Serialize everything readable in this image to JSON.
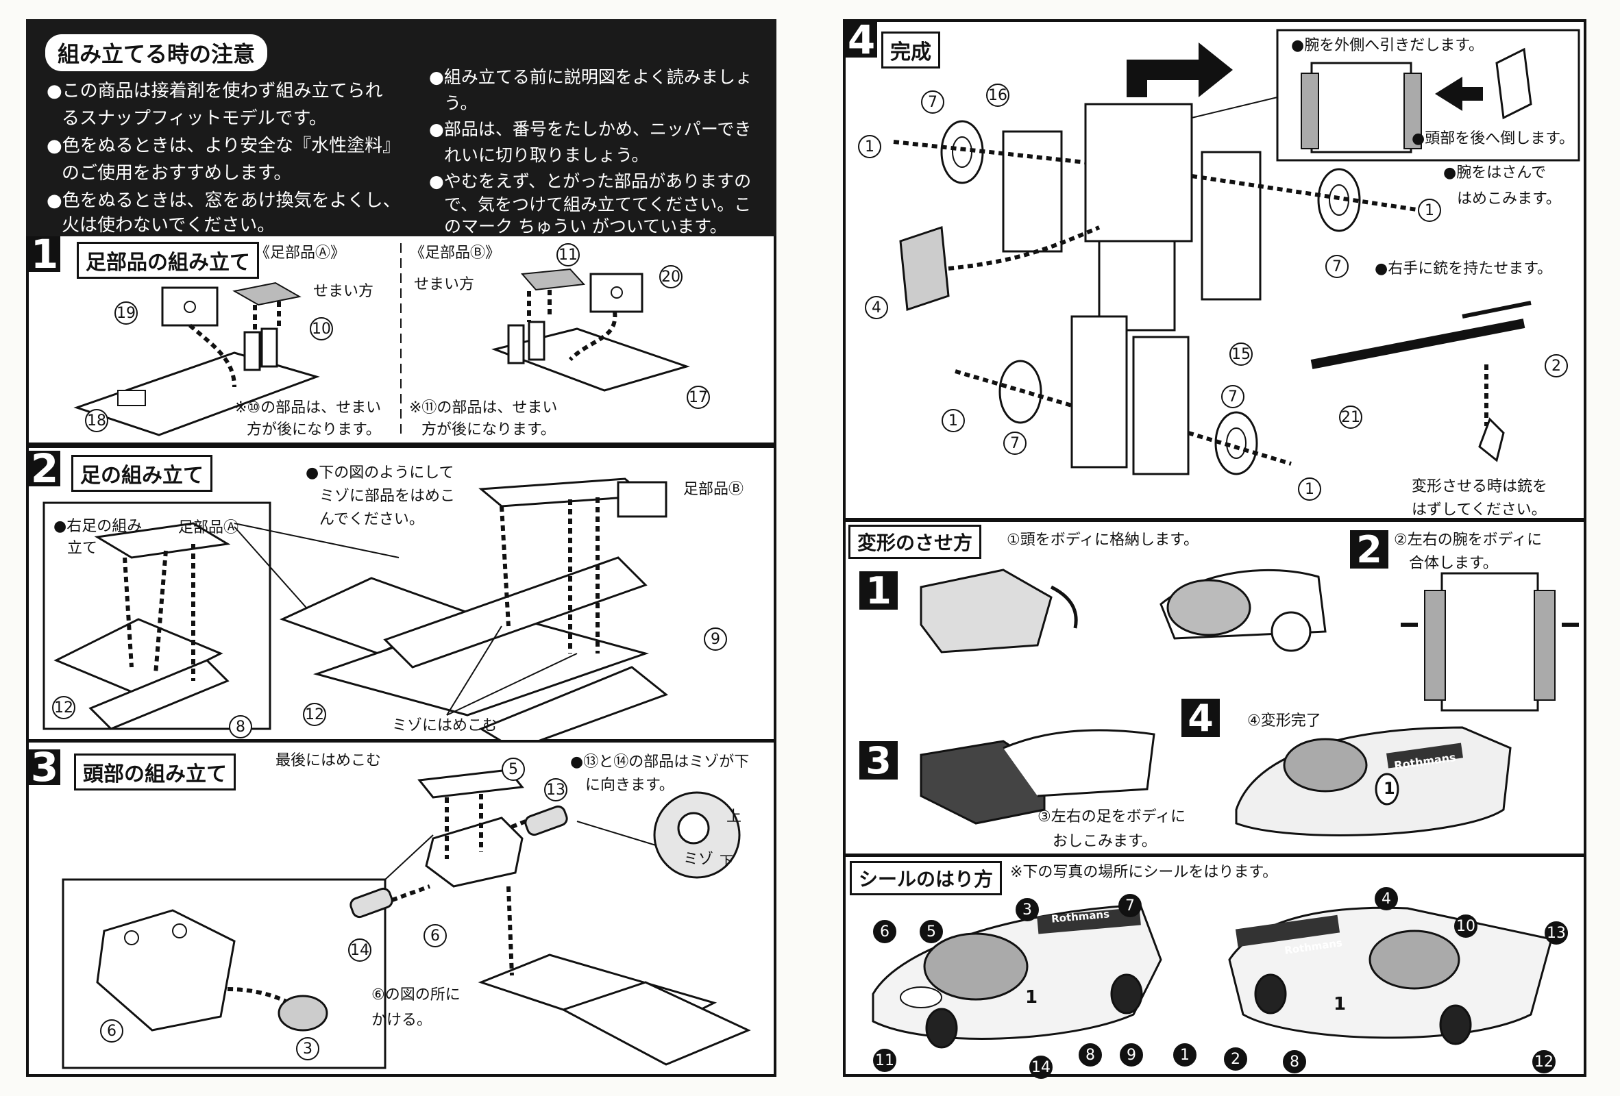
{
  "notes": {
    "heading": "組み立てる時の注意",
    "left": [
      "●この商品は接着剤を使わず組み立てられ",
      "るスナップフィットモデルです。",
      "●色をぬるときは、より安全な『水性塗料』",
      "のご使用をおすすめします。",
      "●色をぬるときは、窓をあけ換気をよくし、",
      "火は使わないでください。"
    ],
    "right": [
      "●組み立てる前に説明図をよく読みましょ",
      "う。",
      "●部品は、番号をたしかめ、ニッパーでき",
      "れいに切り取りましょう。",
      "●やむをえず、とがった部品がありますの",
      "で、気をつけて組み立ててください。こ",
      "のマーク ちゅうい がついています。"
    ]
  },
  "step1": {
    "num": "1",
    "title": "足部品の組み立て",
    "partA": "《足部品Ⓐ》",
    "partB": "《足部品Ⓑ》",
    "narrowA": "せまい方",
    "narrowB": "せまい方",
    "noteA1": "※⑩の部品は、せまい",
    "noteA2": "方が後になります。",
    "noteB1": "※⑪の部品は、せまい",
    "noteB2": "方が後になります。",
    "callouts": [
      "19",
      "10",
      "18",
      "11",
      "20",
      "17"
    ]
  },
  "step2": {
    "num": "2",
    "title": "足の組み立て",
    "instr1": "●下の図のようにして",
    "instr2": "ミゾに部品をはめこ",
    "instr3": "んでください。",
    "rightLeg1": "●右足の組み",
    "rightLeg2": "立て",
    "partA": "足部品Ⓐ",
    "partB": "足部品Ⓑ",
    "groove": "ミゾにはめこむ",
    "callouts": [
      "12",
      "8",
      "12",
      "9"
    ]
  },
  "step3": {
    "num": "3",
    "title": "頭部の組み立て",
    "last": "最後にはめこむ",
    "note1": "●⑬と⑭の部品はミゾが下",
    "note2": "に向きます。",
    "up": "上",
    "mizo": "ミゾ",
    "down": "下",
    "hook1": "⑥の図の所に",
    "hook2": "かける。",
    "callouts": [
      "5",
      "13",
      "6",
      "14",
      "6",
      "3"
    ]
  },
  "step4": {
    "num": "4",
    "title": "完成",
    "arm1": "●腕を外側へ引きだします。",
    "head": "●頭部を後へ倒します。",
    "sandwich1": "●腕をはさんで",
    "sandwich2": "はめこみます。",
    "gun": "●右手に銃を持たせます。",
    "remove1": "変形させる時は銃を",
    "remove2": "はずしてください。",
    "callouts": [
      "7",
      "16",
      "1",
      "4",
      "1",
      "7",
      "15",
      "7",
      "1",
      "21",
      "2",
      "7",
      "1"
    ]
  },
  "transform": {
    "title": "変形のさせ方",
    "s1": "①頭をボディに格納します。",
    "s2a": "②左右の腕をボディに",
    "s2b": "合体します。",
    "s3a": "③左右の足をボディに",
    "s3b": "おしこみます。",
    "s4": "④変形完了",
    "nums": [
      "1",
      "2",
      "3",
      "4"
    ],
    "brand": "Rothmans",
    "carNumber": "1"
  },
  "stickers": {
    "title": "シールのはり方",
    "note": "※下の写真の場所にシールをはります。",
    "leftCallouts": [
      "6",
      "5",
      "3",
      "7",
      "11",
      "14",
      "8",
      "9",
      "1"
    ],
    "rightCallouts": [
      "4",
      "10",
      "13",
      "2",
      "8",
      "12"
    ],
    "brand": "Rothmans",
    "carNumber": "1"
  }
}
